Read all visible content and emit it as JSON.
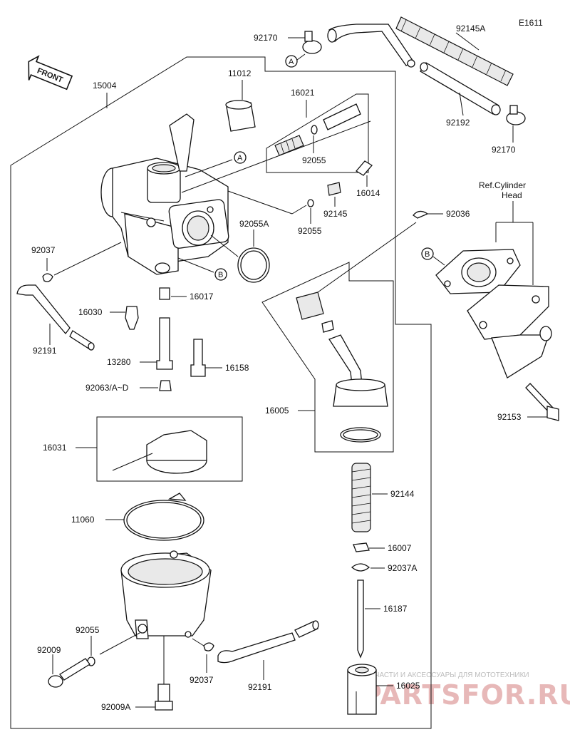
{
  "diagram": {
    "code": "E1611",
    "front_label": "FRONT",
    "ref_note_line1": "Ref.Cylinder",
    "ref_note_line2": "Head",
    "callout_a": "A",
    "callout_b": "B",
    "watermark_top": "ЗАПЧАСТИ И АКСЕССУАРЫ ДЛЯ МОТОТЕХНИКИ",
    "watermark_brand": "PARTSFOR.RU"
  },
  "parts": {
    "p92170_top": "92170",
    "p92145A": "92145A",
    "p15004": "15004",
    "p11012": "11012",
    "p16021": "16021",
    "p92192": "92192",
    "p92170_right": "92170",
    "p92055_a": "92055",
    "p16014": "16014",
    "p92145": "92145",
    "p92055_b": "92055",
    "p92055A": "92055A",
    "p92036": "92036",
    "p92037_left": "92037",
    "p16017": "16017",
    "p16030": "16030",
    "p92191_left": "92191",
    "p13280": "13280",
    "p16158": "16158",
    "p92063": "92063/A~D",
    "p16005": "16005",
    "p92153": "92153",
    "p16031": "16031",
    "p92144": "92144",
    "p11060": "11060",
    "p16007": "16007",
    "p92037A": "92037A",
    "p16187": "16187",
    "p92055_c": "92055",
    "p92009": "92009",
    "p92037_bottom": "92037",
    "p92191_bottom": "92191",
    "p16025": "16025",
    "p92009A": "92009A"
  }
}
